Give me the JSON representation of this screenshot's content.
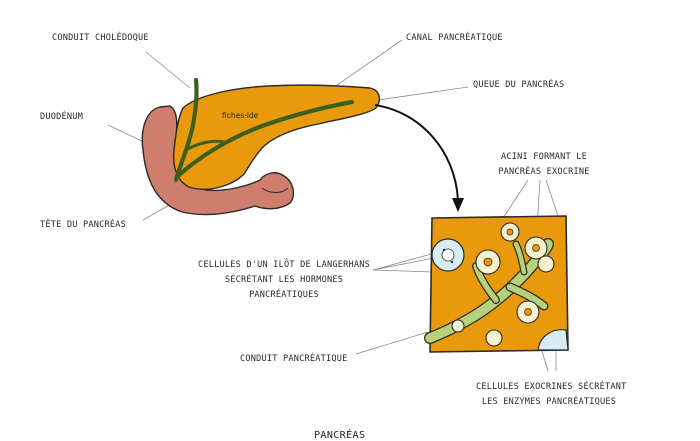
{
  "labels": {
    "bile_duct": "CONDUIT CHOLÉDOQUE",
    "pancreatic_canal": "CANAL PANCRÉATIQUE",
    "tail": "QUEUE DU PANCRÉAS",
    "duodenum": "DUODÉNUM",
    "head": "TÊTE DU PANCRÉAS",
    "acini_line1": "ACINI FORMANT LE",
    "acini_line2": "PANCRÉAS EXOCRINE",
    "islet_line1": "CELLULES D'UN ILÔT DE LANGERHANS",
    "islet_line2": "SÉCRÉTANT LES HORMONES",
    "islet_line3": "PANCRÉATIQUES",
    "duct": "CONDUIT PANCRÉATIQUE",
    "exo_line1": "CELLULES EXOCRINES SÉCRÉTANT",
    "exo_line2": "LES ENZYMES PANCRÉATIQUES"
  },
  "watermark": "fiches-ide",
  "caption": "PANCRÉAS",
  "colors": {
    "pancreas": "#e89a0c",
    "duodenum": "#cf7e6e",
    "duct": "#3e5f1c",
    "acini_duct": "#b5d27a",
    "islet": "#d8ecf3",
    "acinus": "#f6f0cc",
    "outline": "#2b2b2b"
  }
}
